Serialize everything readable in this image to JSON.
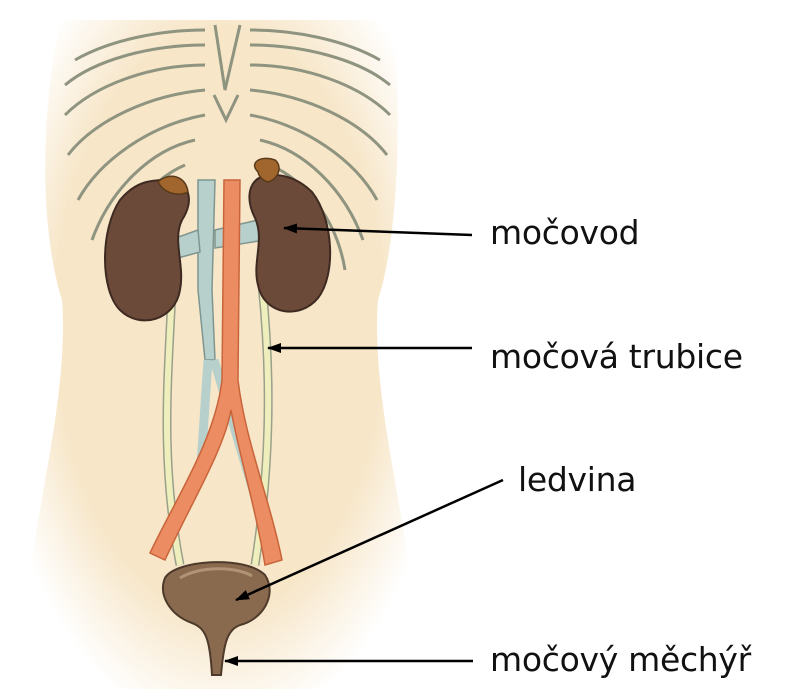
{
  "labels": {
    "label_1": "močovod",
    "label_2": "močová trubice",
    "label_3": "ledvina",
    "label_4": "močový měchýř"
  },
  "colors": {
    "skin": "#f7e6c8",
    "rib": "#8f9480",
    "kidney": "#6b4a3a",
    "adrenal": "#a0662d",
    "vein": "#b8d0cb",
    "artery": "#ec8c62",
    "bladder": "#8a6a4f",
    "ureter": "#efefbe",
    "arrow": "#000000"
  }
}
